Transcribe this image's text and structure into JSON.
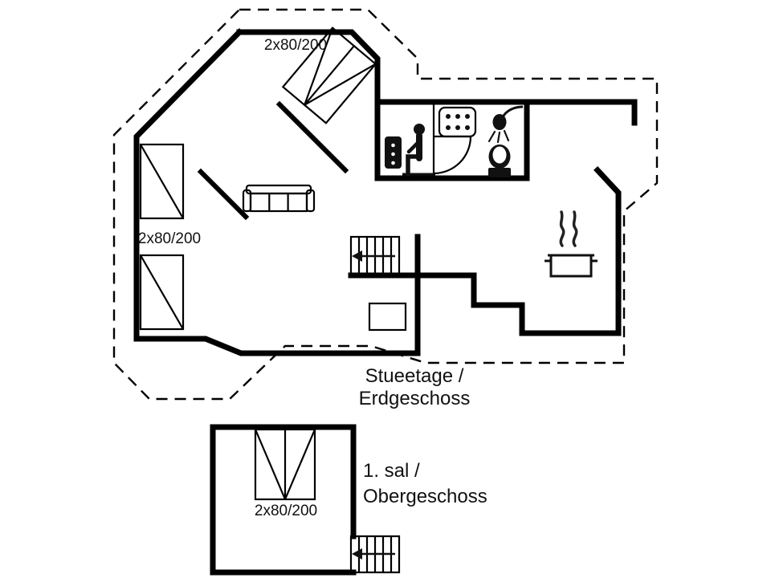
{
  "page": {
    "background": "#ffffff"
  },
  "plan": {
    "ground_floor": {
      "name_line1": "Stueetage /",
      "name_line2": "Erdgeschoss",
      "bed_label_top": "2x80/200",
      "bed_label_left": "2x80/200"
    },
    "upper_floor": {
      "name_line1": "1. sal /",
      "name_line2": "Obergeschoss",
      "bed_label": "2x80/200"
    },
    "colors": {
      "wall": "#000000",
      "text": "#111111",
      "background": "#ffffff"
    },
    "icons": {
      "bed-icon": "rectangle with diagonal mattress lines",
      "sofa-icon": "three-seat sofa outline",
      "stairs-icon": "treads with direction arrow",
      "sauna-heater-icon": "dark stove",
      "person-icon": "seated figure silhouette",
      "whirlpool-icon": "rounded box with dots",
      "shower-icon": "shower head with spray",
      "toilet-icon": "toilet bowl with cistern",
      "cooking-pot-icon": "pot with steam",
      "door-arc-icon": "door swing arc"
    }
  }
}
